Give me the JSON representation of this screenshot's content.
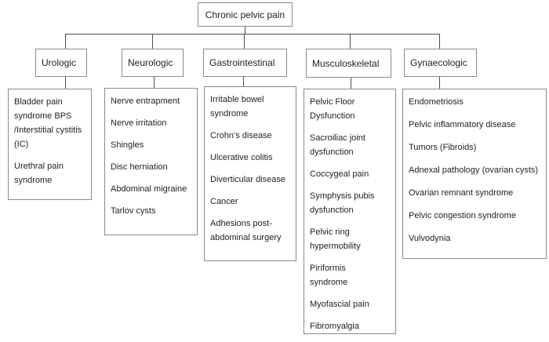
{
  "root": {
    "label": "Chronic pelvic pain"
  },
  "categories": [
    {
      "label": "Urologic",
      "items": [
        "Bladder pain syndrome  BPS /Interstitial cystitis (IC)",
        "Urethral pain syndrome"
      ]
    },
    {
      "label": "Neurologic",
      "items": [
        "Nerve entrapment",
        "Nerve irritation",
        "Shingles",
        "Disc herniation",
        "Abdominal migraine",
        "Tarlov cysts"
      ]
    },
    {
      "label": "Gastrointestinal",
      "items": [
        "Irritable bowel syndrome",
        "Crohn’s disease",
        "Ulcerative colitis",
        "Diverticular disease",
        "Cancer",
        "Adhesions post-abdominal surgery"
      ]
    },
    {
      "label": "Musculoskeletal",
      "items": [
        "Pelvic Floor Dysfunction",
        "Sacroiliac joint dysfunction",
        "Coccygeal pain",
        "Symphysis pubis dysfunction",
        "Pelvic ring hypermobility",
        "Piriformis syndrome",
        "Myofascial pain",
        "Fibromyalgia"
      ]
    },
    {
      "label": "Gynaecologic",
      "items": [
        "Endometriosis",
        "Pelvic inflammatory disease",
        "Tumors (Fibroids)",
        "Adnexal pathology (ovarian cysts)",
        "Ovarian remnant syndrome",
        "Pelvic congestion syndrome",
        "Vulvodynia"
      ]
    }
  ],
  "colors": {
    "box_border": "#8a8a8a",
    "connector_line": "#4d4d4d",
    "text": "#1f1f1f",
    "background": "#ffffff"
  }
}
